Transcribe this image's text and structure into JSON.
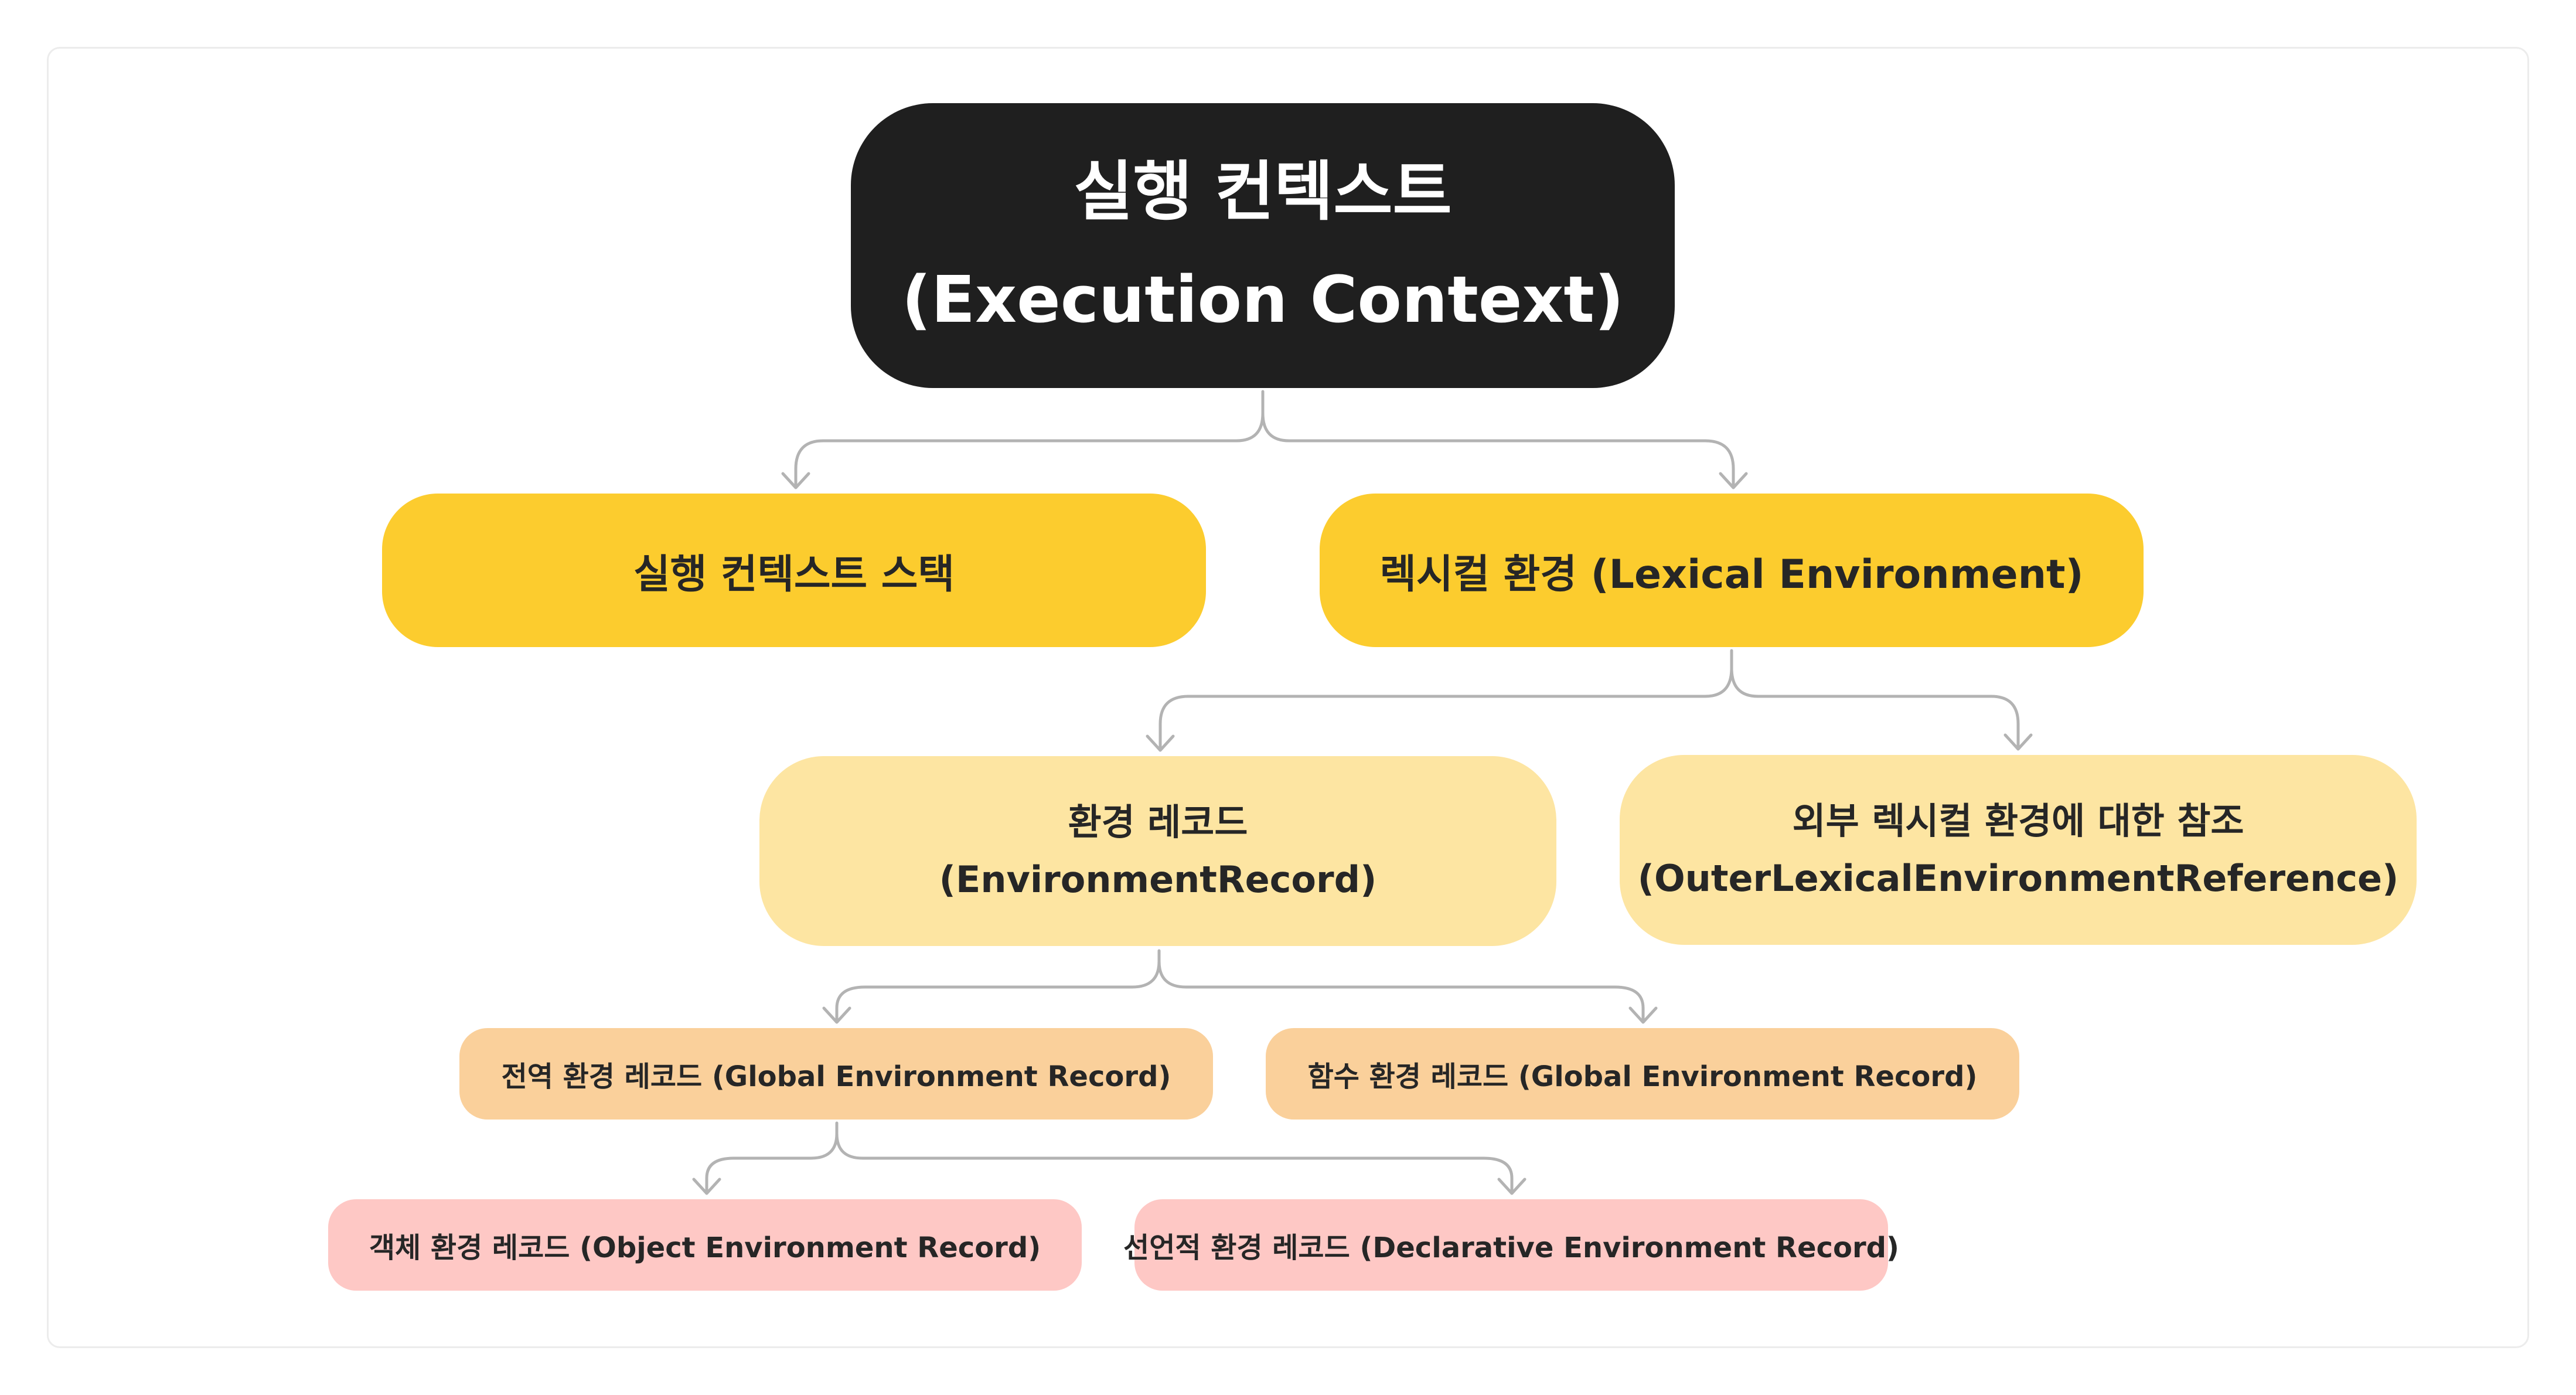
{
  "diagram": {
    "root": {
      "line1": "실행 컨텍스트",
      "line2": "(Execution Context)"
    },
    "execution_context_stack": "실행 컨텍스트 스택",
    "lexical_environment": "렉시컬 환경 (Lexical Environment)",
    "environment_record": {
      "line1": "환경 레코드",
      "line2": "(EnvironmentRecord)"
    },
    "outer_reference": {
      "line1": "외부 렉시컬 환경에 대한 참조",
      "line2": "(OuterLexicalEnvironmentReference)"
    },
    "global_environment_record": "전역 환경 레코드 (Global Environment Record)",
    "function_environment_record": "함수 환경 레코드 (Global Environment Record)",
    "object_environment_record": "객체 환경 레코드 (Object Environment Record)",
    "declarative_environment_record": "선언적 환경 레코드 (Declarative Environment Record)"
  },
  "colors": {
    "root": "#1f1f1f",
    "level1": "#fccc2e",
    "level2": "#fde5a2",
    "level3": "#fad09b",
    "level4": "#fec8c5",
    "connector": "#b3b3b3"
  }
}
